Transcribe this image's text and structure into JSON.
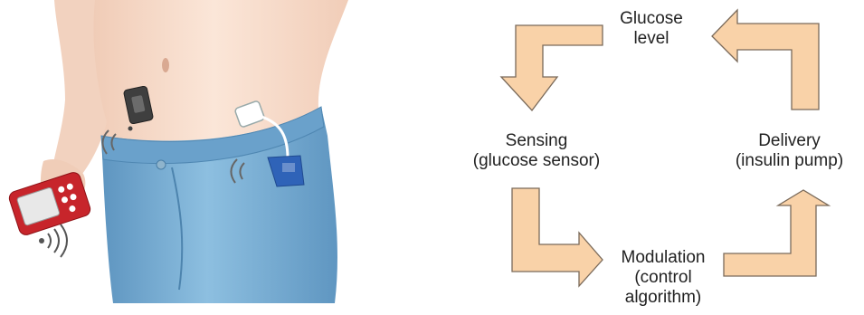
{
  "diagram": {
    "nodes": {
      "glucose": {
        "line1": "Glucose",
        "line2": "level"
      },
      "sensing": {
        "line1": "Sensing",
        "line2": "(glucose sensor)"
      },
      "delivery": {
        "line1": "Delivery",
        "line2": "(insulin pump)"
      },
      "modulation": {
        "line1": "Modulation",
        "line2": "(control",
        "line3": "algorithm)"
      }
    },
    "colors": {
      "arrow_fill": "#f9d2a8",
      "arrow_stroke": "#7a6a5a",
      "jeans": "#7fb3d8",
      "jeans_dark": "#5e95c0",
      "skin": "#f6dccb",
      "controller": "#c7252b",
      "pump_patch": "#3d6fc2",
      "sensor": "#4a4a4a"
    }
  }
}
